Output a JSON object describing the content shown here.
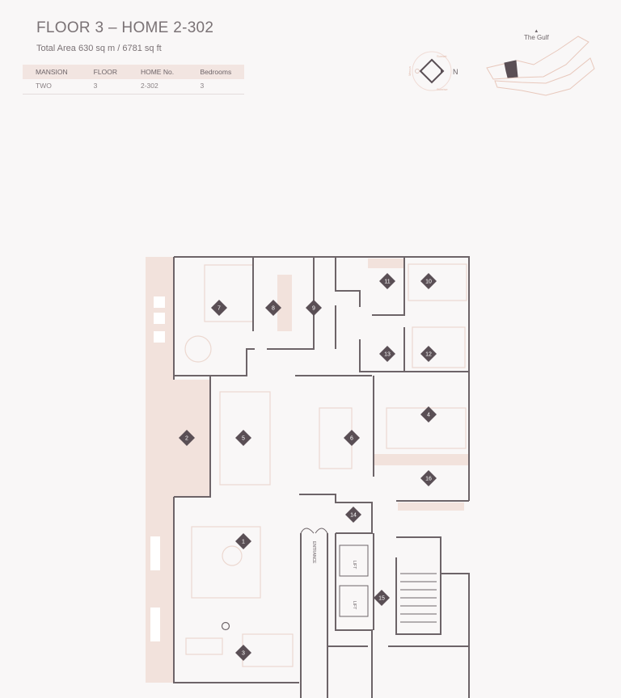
{
  "header": {
    "title": "FLOOR 3 – HOME 2-302",
    "total_area": "Total Area 630 sq m / 6781 sq ft"
  },
  "info_table": {
    "columns": [
      "MANSION",
      "FLOOR",
      "HOME No.",
      "Bedrooms"
    ],
    "row": [
      "TWO",
      "3",
      "2-302",
      "3"
    ]
  },
  "compass": {
    "north": "N",
    "top": "Sunset",
    "bottom": "Sunrise",
    "left": "Mecca"
  },
  "key_plan": {
    "label": "The Gulf"
  },
  "plan": {
    "entrance": "ENTRANCE",
    "lift_labels": [
      "LIFT",
      "LIFT"
    ],
    "markers": [
      "1",
      "2",
      "3",
      "4",
      "5",
      "6",
      "7",
      "8",
      "9",
      "10",
      "11",
      "12",
      "13",
      "14",
      "15",
      "16"
    ]
  },
  "colors": {
    "wall": "#6d6468",
    "terrace": "#f2e2dc",
    "marker": "#5a4f55",
    "furniture": "#eddcd6"
  }
}
